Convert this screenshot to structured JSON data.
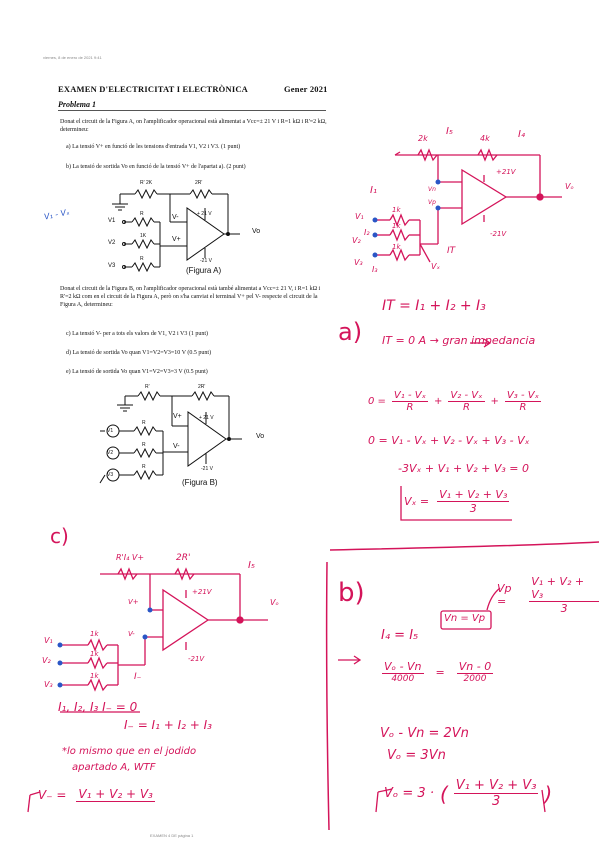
{
  "header": {
    "stamp": "viernes, 8 de enero de 2021    9:41",
    "exam_title": "EXAMEN D'ELECTRICITAT I ELECTRÒNICA",
    "session": "Gener 2021",
    "problem": "Problema 1"
  },
  "statement_a": {
    "intro": "Donat el circuit de la Figura A, on l'amplificador operacional està alimentat a Vcc=± 21 V i R=1 kΩ i R'=2 kΩ, determineu:",
    "items": [
      {
        "label": "a)",
        "text": "La tensió V+ en funció de les tensions d'entrada V1, V2 i V3. (1 punt)"
      },
      {
        "label": "b)",
        "text": "La tensió de sortida Vo en funció de la tensió V+ de l'apartat a). (2 punt)"
      }
    ]
  },
  "figure_a": {
    "caption": "(Figura A)",
    "labels": {
      "rp": "R' 2K",
      "r2": "2R'",
      "plus_supply": "+ 21 V",
      "minus_supply": "-21 V",
      "vo": "Vo",
      "vminus": "V-",
      "vplus": "V+",
      "v1": "V1",
      "v2": "V2",
      "v3": "V3",
      "r": "R",
      "k": "1K"
    }
  },
  "statement_b": {
    "intro": "Donat el circuit de la Figura B, on l'amplificador operacional està també alimentat a Vcc=± 21 V, i R=1 kΩ i R'=2 kΩ com en el circuit de la Figura A, però on s'ha canviat el terminal V+ pel V- respecte el circuit de la Figura A, determineu:",
    "items": [
      {
        "label": "c)",
        "text": "La tensió V- per a tots els valors de V1, V2 i V3 (1 punt)"
      },
      {
        "label": "d)",
        "text": "La tensió de sortida Vo quan V1=V2=V3=10 V (0.5 punt)"
      },
      {
        "label": "e)",
        "text": "La tensió de sortida Vo quan V1=V2=V3=3 V (0.5 punt)"
      }
    ]
  },
  "figure_b": {
    "caption": "(Figura B)",
    "labels": {
      "rp": "R'",
      "r2": "2R'",
      "plus_supply": "+ 21 V",
      "minus_supply": "-21 V",
      "vo": "Vo",
      "vminus": "V-",
      "vplus": "V+",
      "v1": "V1",
      "v2": "V2",
      "v3": "V3",
      "r": "R"
    }
  },
  "notes": {
    "margin_note": "V₁ - Vₓ",
    "top_circuit": {
      "r2k": "2k",
      "i5": "I₅",
      "r4k": "4k",
      "i4": "I₄",
      "i1": "I₁",
      "vn": "Vn",
      "vp": "Vp",
      "vx": "Vₓ",
      "it": "IT",
      "plus21": "+21V",
      "minus21": "-21V",
      "vo": "Vₒ",
      "k1": "1k",
      "k2": "1k",
      "k3": "1k",
      "v1": "V₁",
      "v2": "V₂",
      "v3": "V₃",
      "i2": "I₂",
      "i3": "I₃"
    },
    "part_a": {
      "label": "a)",
      "eq1": "IT = I₁ + I₂ + I₃",
      "eq2": "IT = 0 A → gran impedancia",
      "eq3_left": "0 =",
      "eq3_f1n": "V₁ - Vₓ",
      "eq3_f1d": "R",
      "eq3_f2n": "V₂ - Vₓ",
      "eq3_f2d": "R",
      "eq3_f3n": "V₃ - Vₓ",
      "eq3_f3d": "R",
      "eq4": "0 = V₁ - Vₓ + V₂ - Vₓ + V₃ - Vₓ",
      "eq5": "-3Vₓ + V₁ + V₂ + V₃ = 0",
      "eq6_left": "Vₓ =",
      "eq6_n": "V₁ + V₂ + V₃",
      "eq6_d": "3"
    },
    "part_c": {
      "label": "c)",
      "circuit": {
        "r1": "R'I₄ V+",
        "r2": "2R'",
        "i5": "I₅",
        "vplus": "V+",
        "vminus": "V-",
        "plus21": "+21V",
        "minus21": "-21V",
        "vo": "Vₒ",
        "k1": "1k",
        "k2": "1k",
        "k3": "1k",
        "v1": "V₁",
        "v2": "V₂",
        "v3": "V₃",
        "iminus": "I₋"
      },
      "line1": "I₁, I₂, I₃   I₋ = 0",
      "line2": "I₋ = I₁ + I₂ + I₃",
      "line3": "*lo mismo que en el jodido",
      "line4": "apartado A, WTF",
      "eq_left": "V₋ =",
      "eq_right": "V₁ + V₂ + V₃"
    },
    "part_b": {
      "label": "b)",
      "vp_left": "Vp =",
      "vp_n": "V₁ + V₂ + V₃",
      "vp_d": "3",
      "box": "Vn = Vp",
      "eq1": "I₄ = I₅",
      "eq2_n1": "Vₒ - Vn",
      "eq2_d1": "4000",
      "eq2_mid": "=",
      "eq2_n2": "Vn - 0",
      "eq2_d2": "2000",
      "eq3": "Vₒ - Vn = 2Vn",
      "eq4": "Vₒ  =  3Vn",
      "eq5_left": "Vₒ = 3 ·",
      "eq5_n": "V₁ + V₂ + V₃",
      "eq5_d": "3"
    }
  },
  "footer": "EXAMEN 4 DE página 1"
}
